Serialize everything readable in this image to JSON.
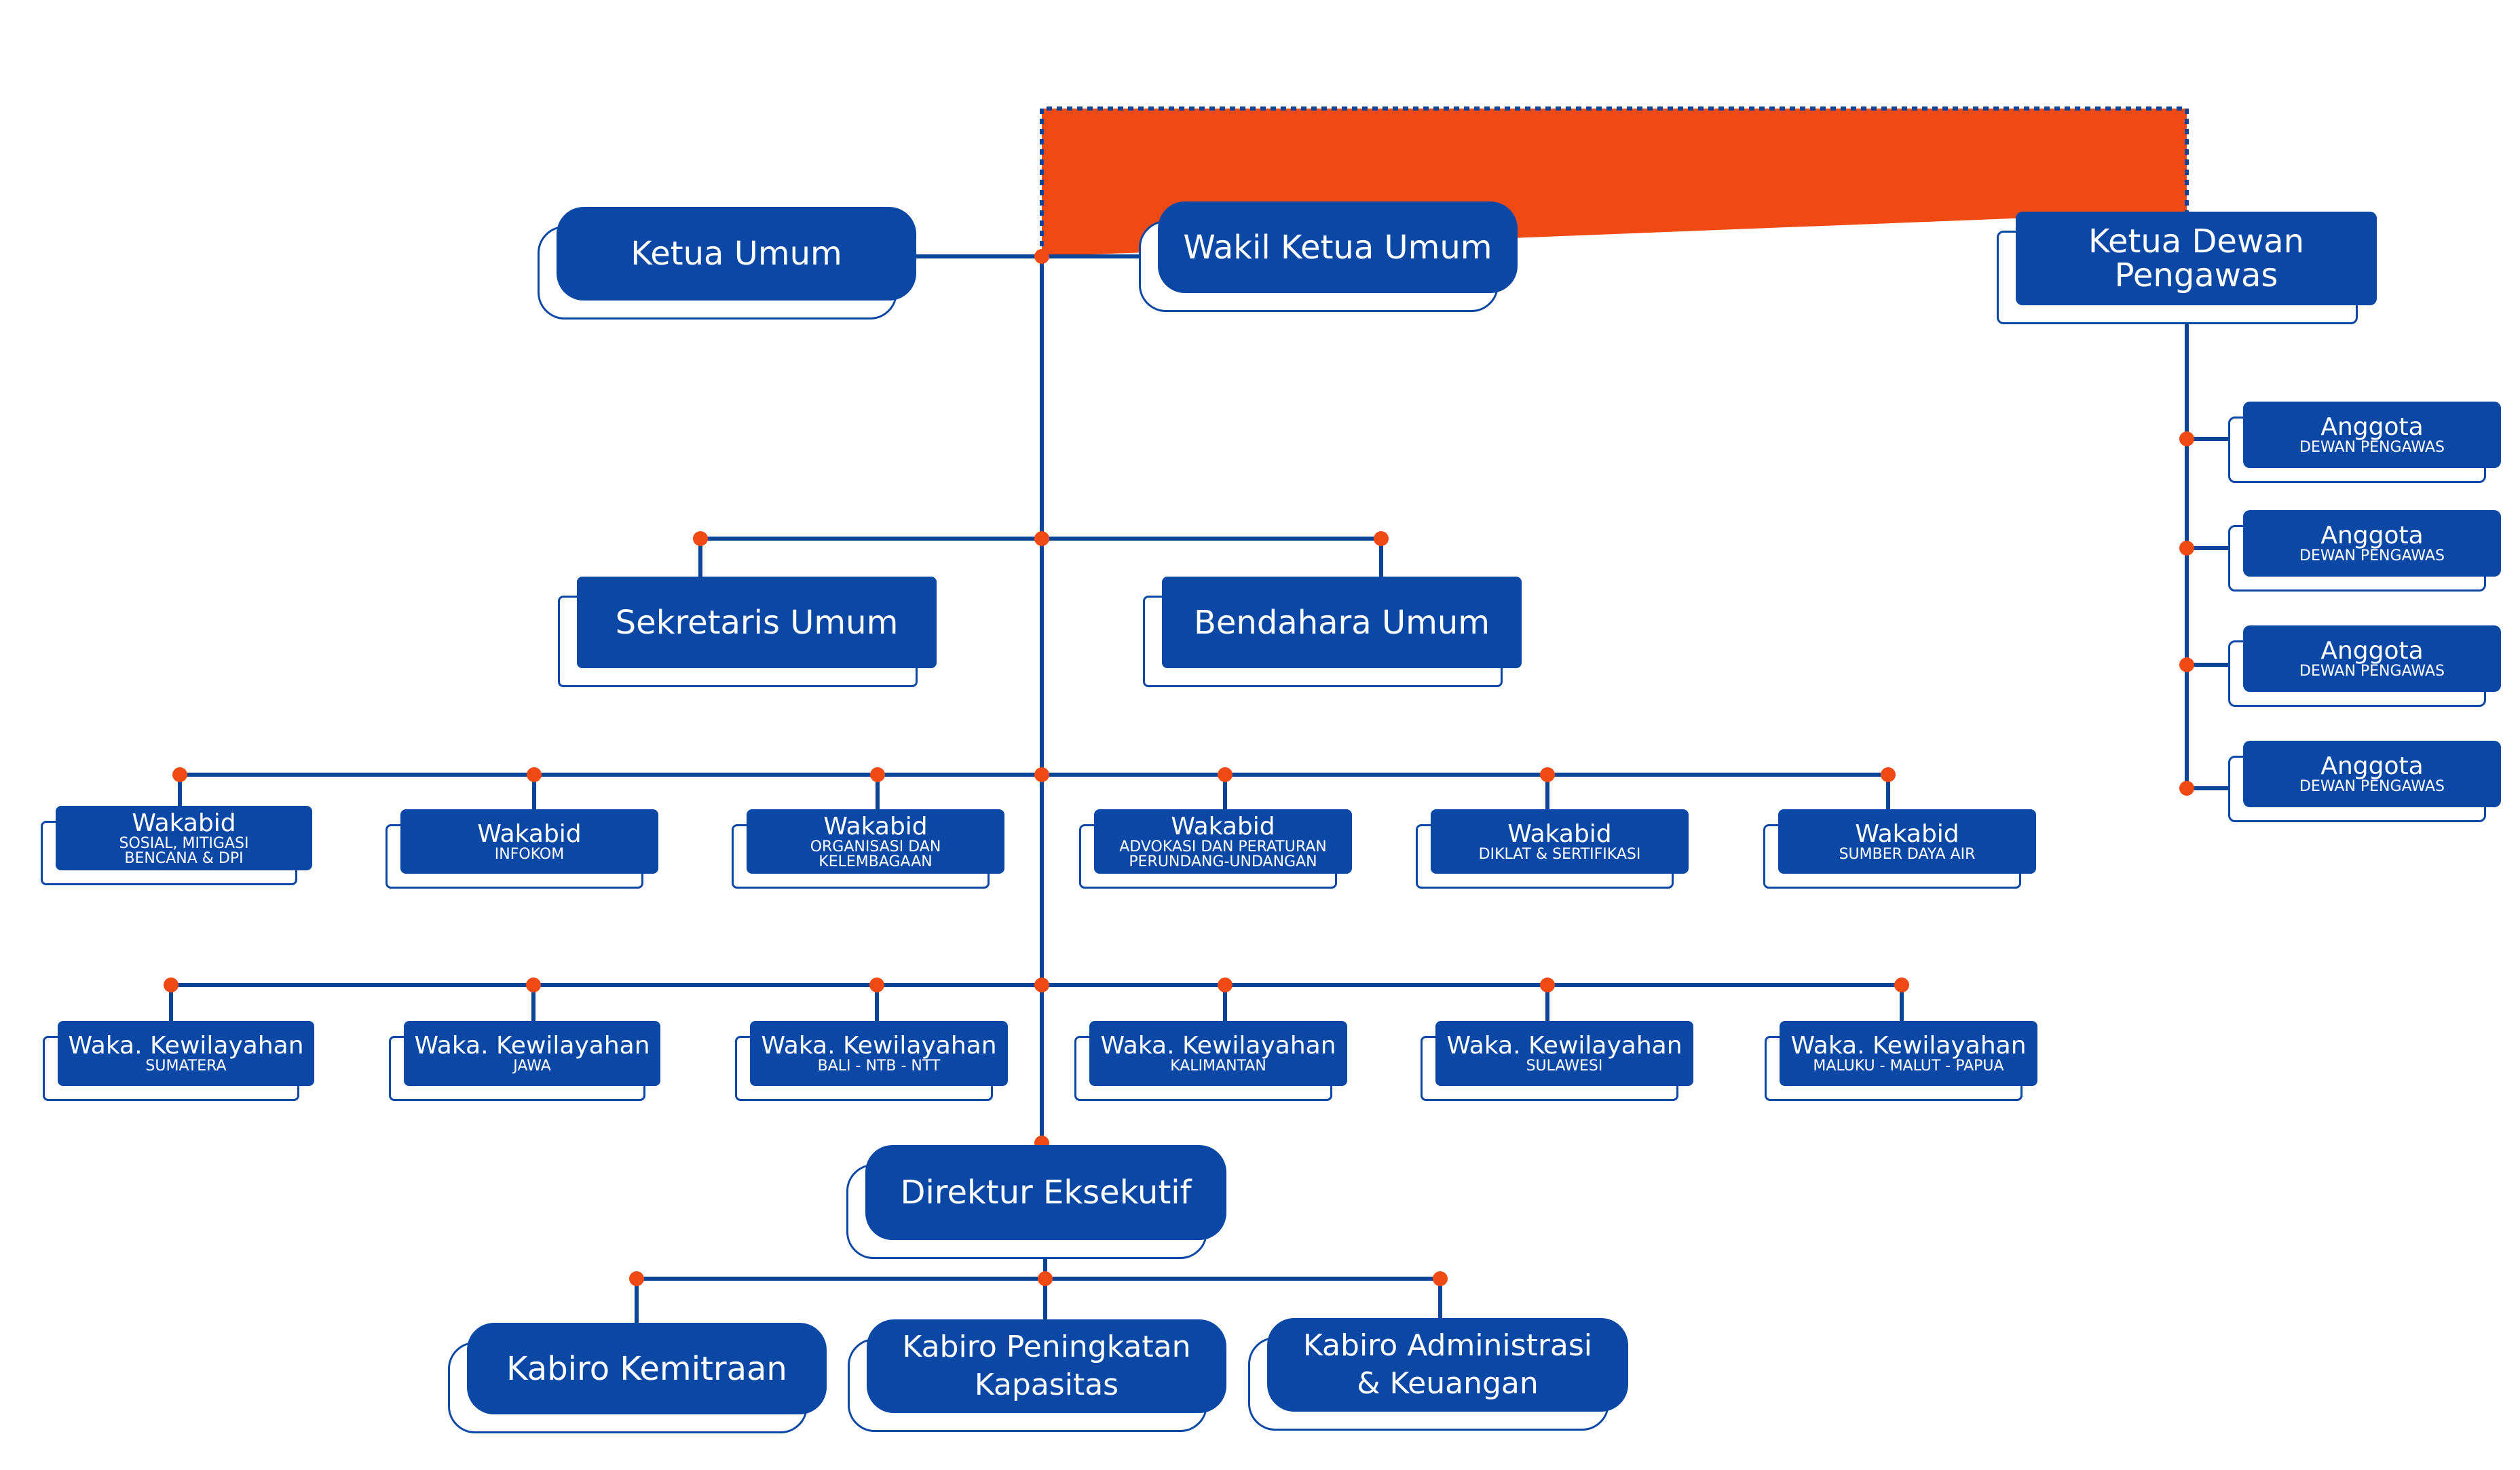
{
  "colors": {
    "box": "#0b48a6",
    "line": "#0d4596",
    "dot": "#f04a14",
    "background": "#ffffff"
  },
  "top": {
    "ketua_umum": "Ketua Umum",
    "wakil_ketua_umum": "Wakil Ketua Umum",
    "ketua_dewan_pengawas": [
      "Ketua Dewan",
      "Pengawas"
    ]
  },
  "anggota": [
    {
      "title": "Anggota",
      "subtitle": "DEWAN PENGAWAS"
    },
    {
      "title": "Anggota",
      "subtitle": "DEWAN PENGAWAS"
    },
    {
      "title": "Anggota",
      "subtitle": "DEWAN PENGAWAS"
    },
    {
      "title": "Anggota",
      "subtitle": "DEWAN PENGAWAS"
    }
  ],
  "sekretaris_umum": "Sekretaris Umum",
  "bendahara_umum": "Bendahara Umum",
  "wakabid": [
    {
      "title": "Wakabid",
      "subtitle": [
        "SOSIAL, MITIGASI",
        "BENCANA & DPI"
      ]
    },
    {
      "title": "Wakabid",
      "subtitle": [
        "INFOKOM"
      ]
    },
    {
      "title": "Wakabid",
      "subtitle": [
        "ORGANISASI DAN",
        "KELEMBAGAAN"
      ]
    },
    {
      "title": "Wakabid",
      "subtitle": [
        "ADVOKASI DAN PERATURAN",
        "PERUNDANG-UNDANGAN"
      ]
    },
    {
      "title": "Wakabid",
      "subtitle": [
        "DIKLAT & SERTIFIKASI"
      ]
    },
    {
      "title": "Wakabid",
      "subtitle": [
        "SUMBER DAYA AIR"
      ]
    }
  ],
  "waka_kewilayahan": [
    {
      "title": "Waka. Kewilayahan",
      "subtitle": "SUMATERA"
    },
    {
      "title": "Waka. Kewilayahan",
      "subtitle": "JAWA"
    },
    {
      "title": "Waka. Kewilayahan",
      "subtitle": "BALI - NTB - NTT"
    },
    {
      "title": "Waka. Kewilayahan",
      "subtitle": "KALIMANTAN"
    },
    {
      "title": "Waka. Kewilayahan",
      "subtitle": "SULAWESI"
    },
    {
      "title": "Waka. Kewilayahan",
      "subtitle": "MALUKU - MALUT - PAPUA"
    }
  ],
  "direktur_eksekutif": "Direktur Eksekutif",
  "kabiro": [
    {
      "lines": [
        "Kabiro Kemitraan"
      ]
    },
    {
      "lines": [
        "Kabiro Peningkatan",
        "Kapasitas"
      ]
    },
    {
      "lines": [
        "Kabiro Administrasi",
        "& Keuangan"
      ]
    }
  ]
}
